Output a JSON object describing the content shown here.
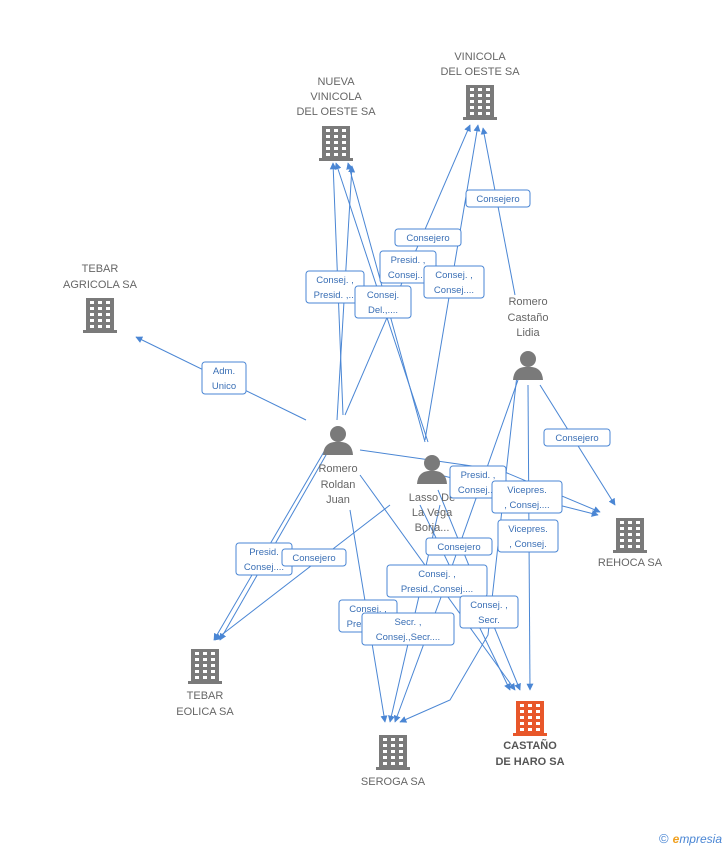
{
  "colors": {
    "edge": "#4a86d4",
    "company": "#7a7a7a",
    "company_main": "#e8572a",
    "person": "#7a7a7a"
  },
  "nodes": [
    {
      "id": "vinicola_oeste",
      "type": "company",
      "lines": [
        "VINICOLA",
        "DEL OESTE SA"
      ]
    },
    {
      "id": "nueva_vinicola",
      "type": "company",
      "lines": [
        "NUEVA",
        "VINICOLA",
        "DEL OESTE SA"
      ]
    },
    {
      "id": "tebar_agricola",
      "type": "company",
      "lines": [
        "TEBAR",
        "AGRICOLA SA"
      ]
    },
    {
      "id": "romero_castano",
      "type": "person",
      "lines": [
        "Romero",
        "Castaño",
        "Lidia"
      ]
    },
    {
      "id": "romero_roldan",
      "type": "person",
      "lines": [
        "Romero",
        "Roldan",
        "Juan"
      ]
    },
    {
      "id": "lasso",
      "type": "person",
      "lines": [
        "Lasso De",
        "La Vega",
        "Borja..."
      ]
    },
    {
      "id": "rehoca",
      "type": "company",
      "lines": [
        "REHOCA SA"
      ]
    },
    {
      "id": "tebar_eolica",
      "type": "company",
      "lines": [
        "TEBAR",
        "EOLICA SA"
      ]
    },
    {
      "id": "seroga",
      "type": "company",
      "lines": [
        "SEROGA SA"
      ]
    },
    {
      "id": "castano_haro",
      "type": "company_main",
      "lines": [
        "CASTAÑO",
        "DE HARO SA"
      ]
    }
  ],
  "edge_labels": [
    {
      "id": "l1",
      "lines": [
        "Consejero"
      ]
    },
    {
      "id": "l2",
      "lines": [
        "Consejero"
      ]
    },
    {
      "id": "l3",
      "lines": [
        "Presid. ,",
        "Consej...."
      ]
    },
    {
      "id": "l4",
      "lines": [
        "Consej. ,",
        "Consej...."
      ]
    },
    {
      "id": "l5",
      "lines": [
        "Consej. ,",
        "Presid. ,..."
      ]
    },
    {
      "id": "l6",
      "lines": [
        "Consej.",
        "Del.,...."
      ]
    },
    {
      "id": "l7",
      "lines": [
        "Adm.",
        "Unico"
      ]
    },
    {
      "id": "l8",
      "lines": [
        "Consejero"
      ]
    },
    {
      "id": "l9",
      "lines": [
        "Presid. ,",
        "Consej...."
      ]
    },
    {
      "id": "l10",
      "lines": [
        "Vicepres.",
        ", Consej...."
      ]
    },
    {
      "id": "l11",
      "lines": [
        "Vicepres.",
        ", Consej."
      ]
    },
    {
      "id": "l12",
      "lines": [
        "Presid.",
        "Consej...."
      ]
    },
    {
      "id": "l13",
      "lines": [
        "Consejero"
      ]
    },
    {
      "id": "l14",
      "lines": [
        "Consejero"
      ]
    },
    {
      "id": "l15",
      "lines": [
        "Consej. ,",
        "Presid.,Consej...."
      ]
    },
    {
      "id": "l16",
      "lines": [
        "Consej. ,",
        "Presid. ,..."
      ]
    },
    {
      "id": "l17",
      "lines": [
        "Consej. ,",
        "Secr."
      ]
    },
    {
      "id": "l18",
      "lines": [
        "Secr. ,",
        "Consej.,Secr...."
      ]
    }
  ],
  "footer": {
    "copyright": "©",
    "brand_e": "e",
    "brand_rest": "mpresia"
  }
}
